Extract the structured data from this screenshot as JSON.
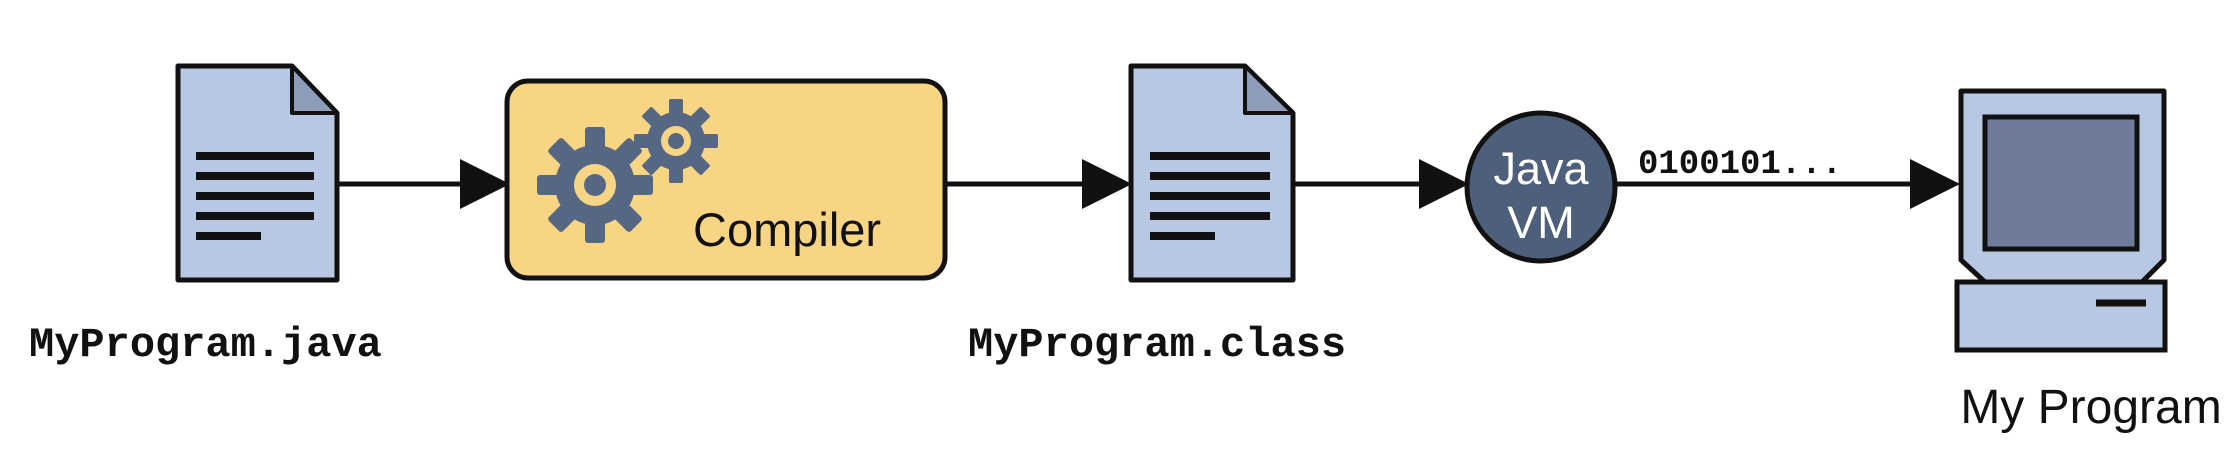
{
  "source_file": {
    "label": "MyProgram.java"
  },
  "compiler": {
    "label": "Compiler"
  },
  "class_file": {
    "label": "MyProgram.class"
  },
  "jvm": {
    "line1": "Java",
    "line2": "VM"
  },
  "bytecode": {
    "label": "0100101..."
  },
  "program": {
    "label": "My Program"
  },
  "colors": {
    "document_fill": "#b8c8e4",
    "document_fold": "#8c9cba",
    "compiler_fill": "#f8d584",
    "gear_fill": "#556783",
    "jvm_fill": "#4e5f7c",
    "monitor_screen": "#6e7c99",
    "outline": "#111111"
  }
}
